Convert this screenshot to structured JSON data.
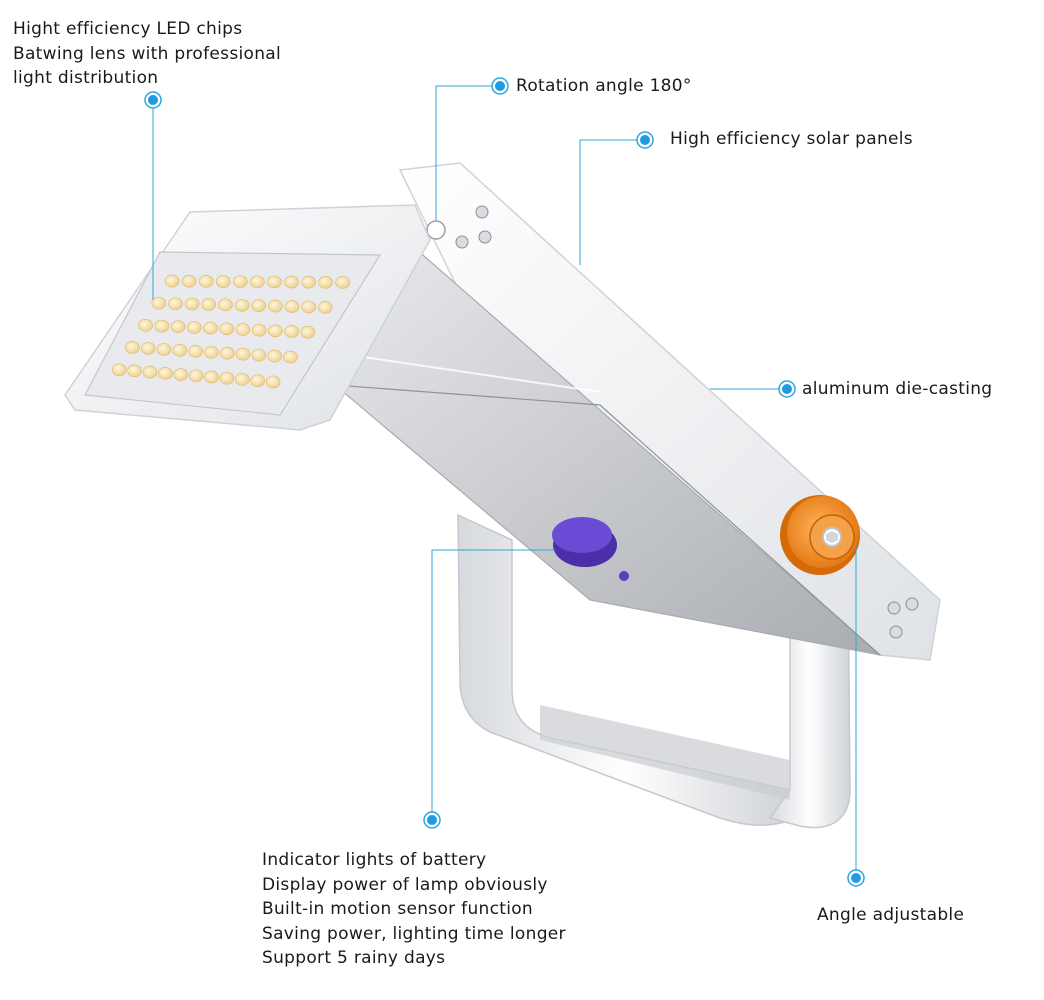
{
  "callouts": {
    "led": {
      "lines": [
        "Hight efficiency LED chips",
        "Batwing lens with professional",
        "light distribution"
      ]
    },
    "rotation": {
      "text": "Rotation angle 180°"
    },
    "solar": {
      "text": "High efficiency solar panels"
    },
    "aluminum": {
      "text": "aluminum die-casting"
    },
    "battery": {
      "lines": [
        "Indicator lights of battery",
        "Display power of lamp obviously",
        "Built-in motion sensor function",
        "Saving power, lighting time longer",
        "Support 5 rainy days"
      ]
    },
    "angle": {
      "text": "Angle adjustable"
    }
  },
  "colors": {
    "leader": "#2aa6e0",
    "dot_fill": "#1e9be0",
    "knob": "#f08a1c",
    "sensor": "#5b3cc4",
    "housing": "#f3f4f6",
    "panel": "#b9bcc0",
    "led_warm": "#f3d9a0"
  },
  "icons": {
    "callout_dot": "callout-dot-icon"
  }
}
